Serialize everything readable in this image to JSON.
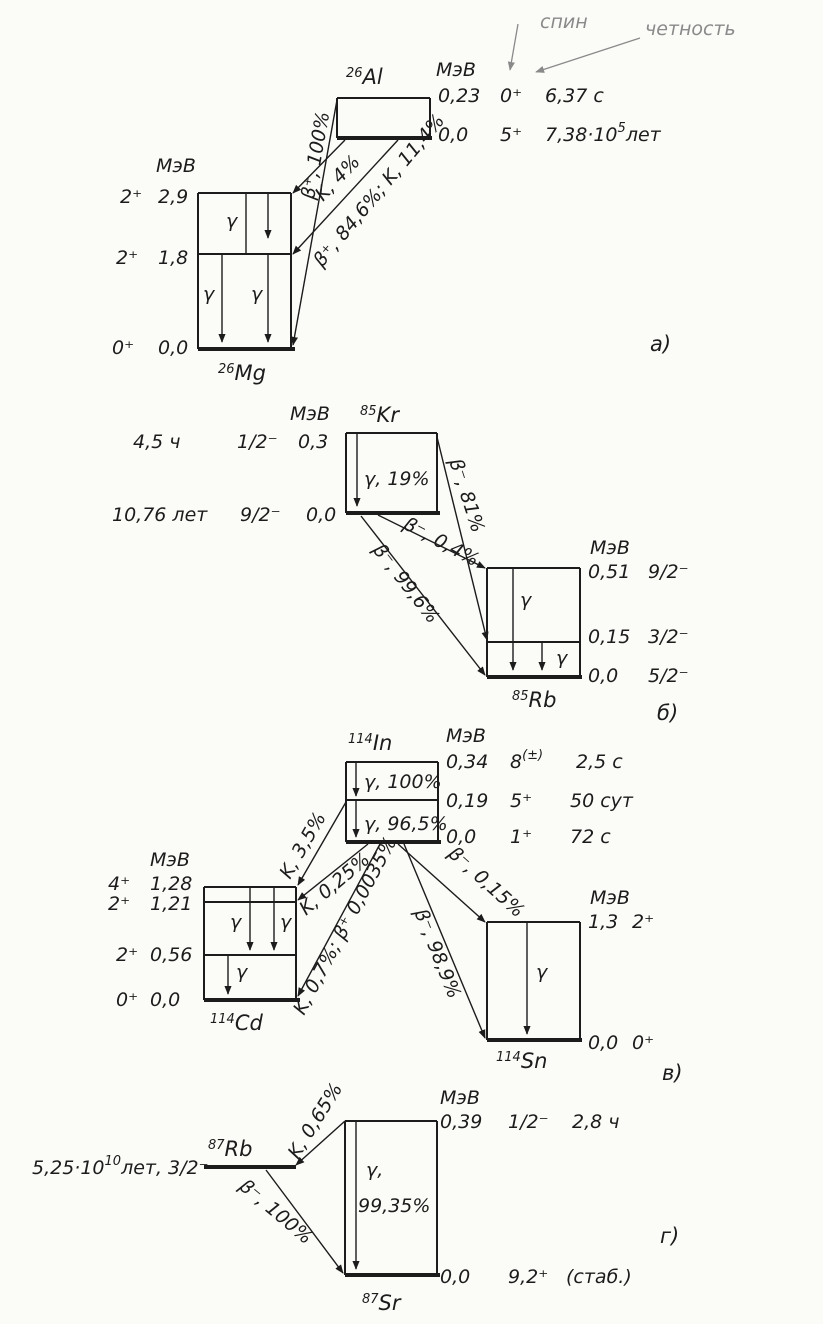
{
  "annotations": {
    "spin": "спин",
    "parity": "четность"
  },
  "units": "МэВ",
  "scheme_a": {
    "parent": "Al",
    "parent_mass": "26",
    "parent_levels": [
      {
        "energy": "0,23",
        "spin": "0⁺",
        "halflife": "6,37 с"
      },
      {
        "energy": "0,0",
        "spin": "5⁺",
        "halflife_mant": "7,38·10",
        "halflife_exp": "5",
        "halflife_unit": "лет"
      }
    ],
    "transitions": {
      "beta_plus": "β⁺, 100%",
      "k": "K, 4%",
      "mixed": "β⁺, 84,6%; K, 11,4%",
      "gamma": "γ"
    },
    "daughter": "Mg",
    "daughter_mass": "26",
    "daughter_levels": [
      {
        "spin": "2⁺",
        "energy": "2,9"
      },
      {
        "spin": "2⁺",
        "energy": "1,8"
      },
      {
        "spin": "0⁺",
        "energy": "0,0"
      }
    ],
    "label": "а)"
  },
  "scheme_b": {
    "parent": "Kr",
    "parent_mass": "85",
    "parent_levels": [
      {
        "halflife": "4,5 ч",
        "spin": "1/2⁻",
        "energy": "0,3"
      },
      {
        "halflife": "10,76 лет",
        "spin": "9/2⁻",
        "energy": "0,0"
      }
    ],
    "transitions": {
      "gamma_iso": "γ, 19%",
      "beta1": "β⁻, 81%",
      "beta2": "β⁻, 0,4%",
      "beta3": "β⁻, 99,6%",
      "gamma": "γ"
    },
    "daughter": "Rb",
    "daughter_mass": "85",
    "daughter_levels": [
      {
        "energy": "0,51",
        "spin": "9/2⁻"
      },
      {
        "energy": "0,15",
        "spin": "3/2⁻"
      },
      {
        "energy": "0,0",
        "spin": "5/2⁻"
      }
    ],
    "label": "б)"
  },
  "scheme_v": {
    "parent": "In",
    "parent_mass": "114",
    "parent_levels": [
      {
        "energy": "0,34",
        "spin": "8",
        "spin_sup": "(±)",
        "halflife": "2,5 с"
      },
      {
        "energy": "0,19",
        "spin": "5⁺",
        "halflife": "50 сут"
      },
      {
        "energy": "0,0",
        "spin": "1⁺",
        "halflife": "72 с"
      }
    ],
    "transitions": {
      "gamma1": "γ, 100%",
      "gamma2": "γ, 96,5%",
      "k1": "K, 3,5%",
      "k2": "K, 0,25%",
      "mixed": "K, 0,7%; β⁺ 0,0035%",
      "beta1": "β⁻, 0,15%",
      "beta2": "β⁻, 98,9%",
      "gamma": "γ"
    },
    "cd": "Cd",
    "cd_mass": "114",
    "cd_levels": [
      {
        "spin": "4⁺",
        "energy": "1,28"
      },
      {
        "spin": "2⁺",
        "energy": "1,21"
      },
      {
        "spin": "2⁺",
        "energy": "0,56"
      },
      {
        "spin": "0⁺",
        "energy": "0,0"
      }
    ],
    "sn": "Sn",
    "sn_mass": "114",
    "sn_levels": [
      {
        "energy": "1,3",
        "spin": "2⁺"
      },
      {
        "energy": "0,0",
        "spin": "0⁺"
      }
    ],
    "label": "в)"
  },
  "scheme_g": {
    "parent": "Rb",
    "parent_mass": "87",
    "parent_level_mant": "5,25·10",
    "parent_level_exp": "10",
    "parent_level_rest": "лет, 3/2⁻",
    "transitions": {
      "k": "K, 0,65%",
      "beta": "β⁻, 100%",
      "gamma_name": "γ,",
      "gamma_value": "99,35%"
    },
    "daughter": "Sr",
    "daughter_mass": "87",
    "daughter_levels": [
      {
        "energy": "0,39",
        "spin": "1/2⁻",
        "halflife": "2,8 ч"
      },
      {
        "energy": "0,0",
        "spin": "9,2⁺",
        "halflife": "(стаб.)"
      }
    ],
    "label": "г)"
  }
}
